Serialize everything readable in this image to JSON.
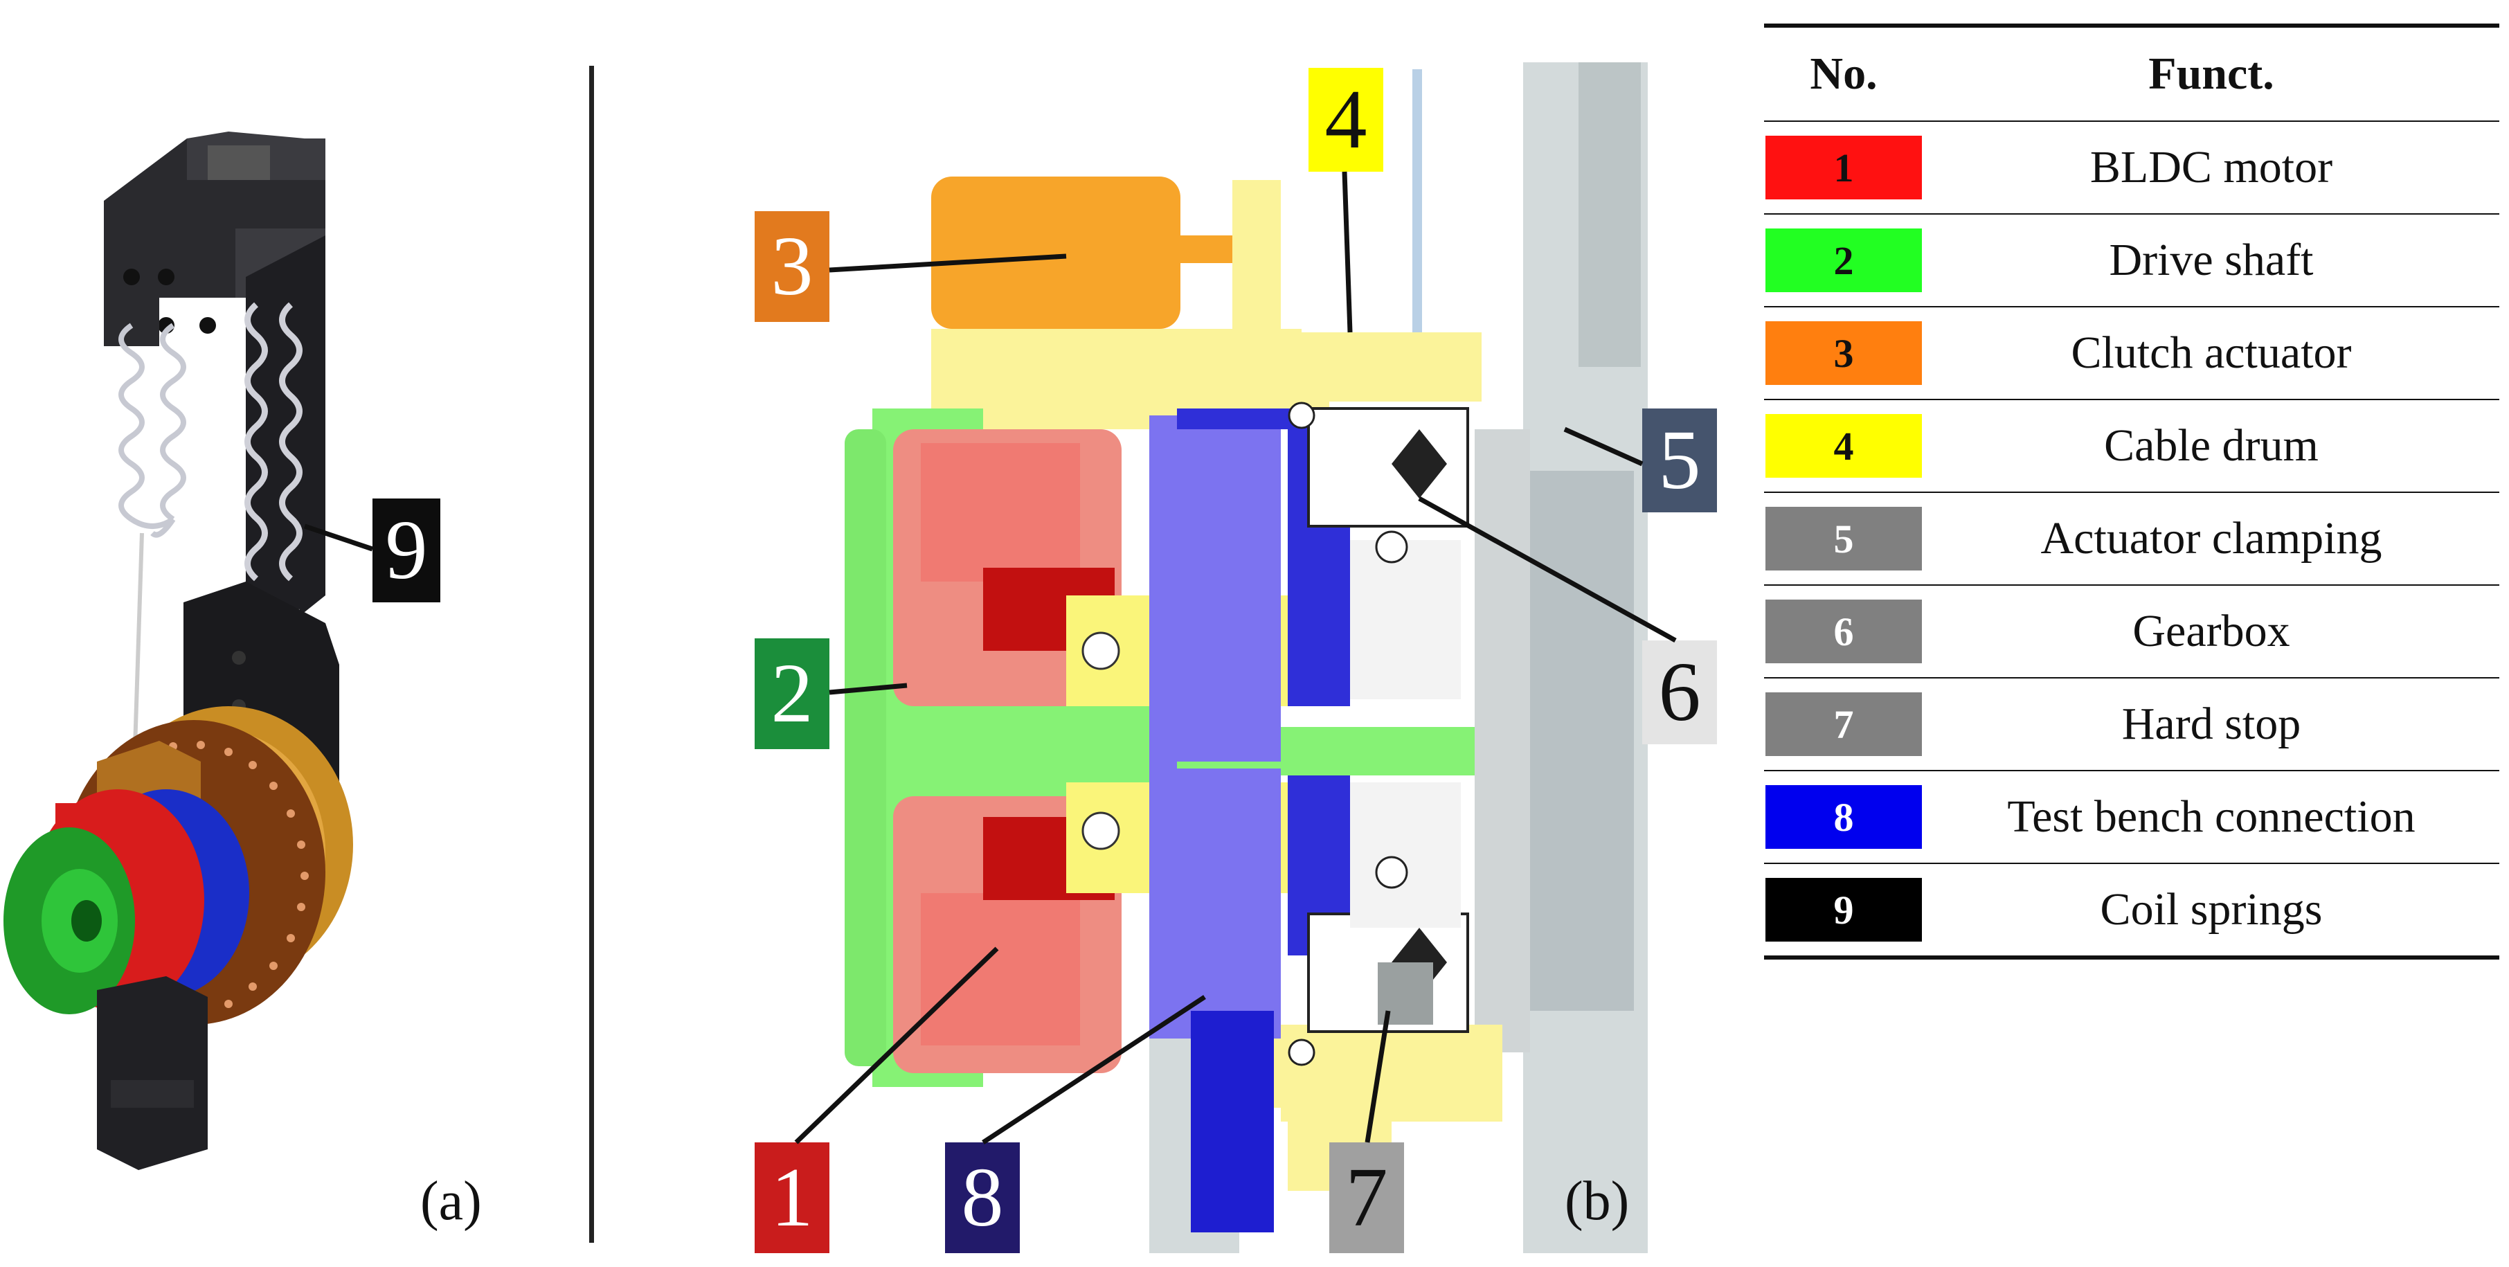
{
  "panels": {
    "a": "(a)",
    "b": "(b)"
  },
  "callouts": {
    "spring": "9",
    "c1": "1",
    "c2": "2",
    "c3": "3",
    "c4": "4",
    "c5": "5",
    "c6": "6",
    "c7": "7",
    "c8": "8"
  },
  "table": {
    "headers": {
      "no": "No.",
      "funct": "Funct."
    },
    "rows": [
      {
        "no": "1",
        "funct": "BLDC motor",
        "color": "#ff1111"
      },
      {
        "no": "2",
        "funct": "Drive shaft",
        "color": "#22ff22"
      },
      {
        "no": "3",
        "funct": "Clutch actuator",
        "color": "#ff7f0f"
      },
      {
        "no": "4",
        "funct": "Cable drum",
        "color": "#ffff00"
      },
      {
        "no": "5",
        "funct": "Actuator clamping",
        "color": "#808080"
      },
      {
        "no": "6",
        "funct": "Gearbox",
        "color": "#808080"
      },
      {
        "no": "7",
        "funct": "Hard stop",
        "color": "#808080"
      },
      {
        "no": "8",
        "funct": "Test bench connection",
        "color": "#0000ee"
      },
      {
        "no": "9",
        "funct": "Coil springs",
        "color": "#000000"
      }
    ]
  }
}
